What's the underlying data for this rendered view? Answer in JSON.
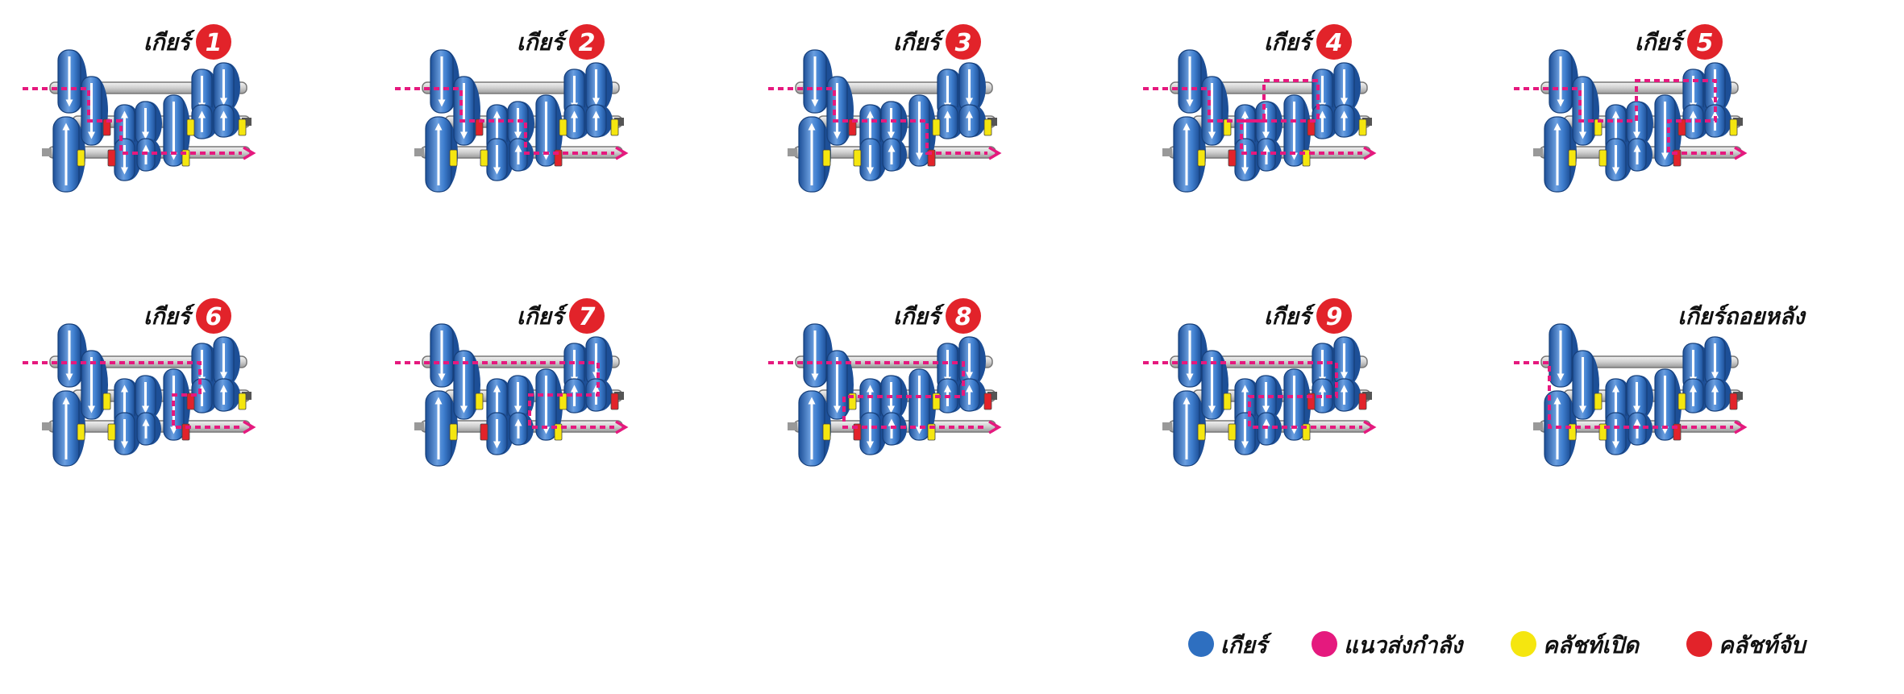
{
  "colors": {
    "gear": "#2e6fc0",
    "gear_light": "#8fb6e6",
    "gear_dark": "#1d4f97",
    "power_path": "#e5197e",
    "clutch_open": "#f5e60f",
    "clutch_engaged": "#e2232a",
    "badge": "#e2232a",
    "shaft": "#dcdcdc",
    "shaft_edge": "#777777"
  },
  "panels": [
    {
      "title": "เกียร์",
      "badge": "1",
      "route": 0
    },
    {
      "title": "เกียร์",
      "badge": "2",
      "route": 1
    },
    {
      "title": "เกียร์",
      "badge": "3",
      "route": 2
    },
    {
      "title": "เกียร์",
      "badge": "4",
      "route": 3
    },
    {
      "title": "เกียร์",
      "badge": "5",
      "route": 4
    },
    {
      "title": "เกียร์",
      "badge": "6",
      "route": 5
    },
    {
      "title": "เกียร์",
      "badge": "7",
      "route": 6
    },
    {
      "title": "เกียร์",
      "badge": "8",
      "route": 7
    },
    {
      "title": "เกียร์",
      "badge": "9",
      "route": 8
    },
    {
      "title": "เกียร์ถอยหลัง",
      "badge": "",
      "route": 9
    }
  ],
  "legend": [
    {
      "label": "เกียร์",
      "color_key": "gear",
      "icon": "gear-dot-icon"
    },
    {
      "label": "แนวส่งกำลัง",
      "color_key": "power_path",
      "icon": "power-path-dot-icon"
    },
    {
      "label": "คลัชท์เปิด",
      "color_key": "clutch_open",
      "icon": "open-clutch-dot-icon"
    },
    {
      "label": "คลัชท์จับ",
      "color_key": "clutch_engaged",
      "icon": "engaged-clutch-dot-icon"
    }
  ]
}
